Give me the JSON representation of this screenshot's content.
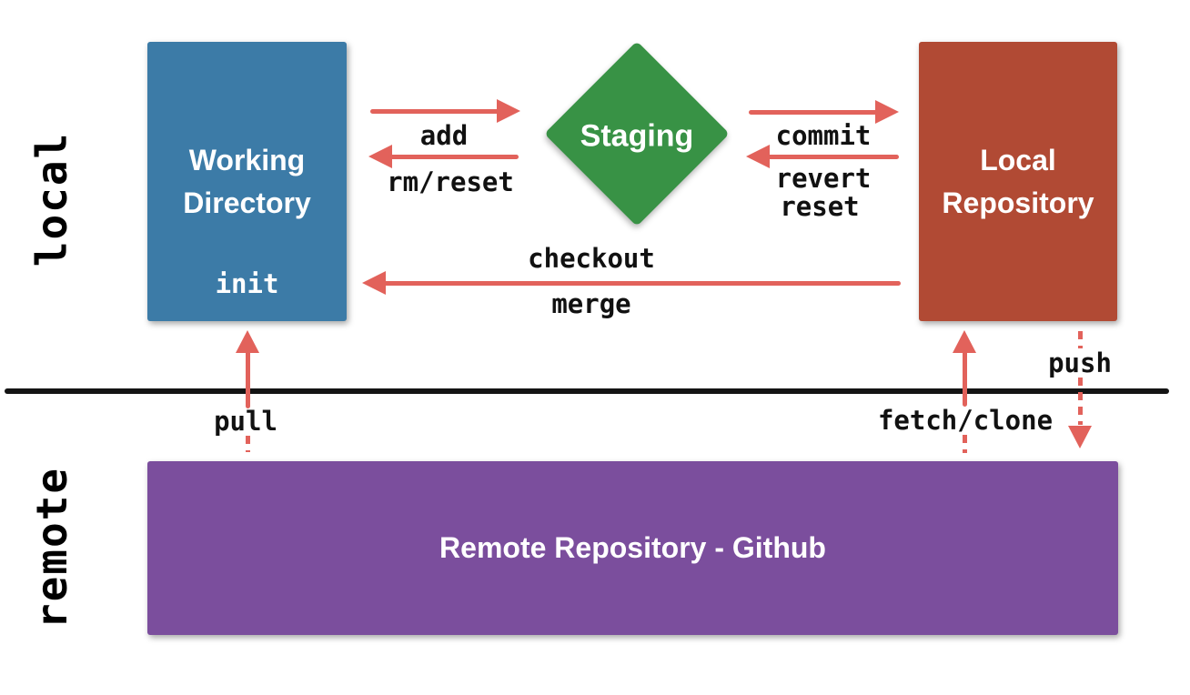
{
  "diagram": {
    "sections": {
      "local": "local",
      "remote": "remote"
    },
    "nodes": {
      "working_directory": {
        "label": "Working Directory",
        "command": "init",
        "color": "#3c7ba7"
      },
      "staging": {
        "label": "Staging",
        "color": "#389245"
      },
      "local_repository": {
        "label": "Local Repository",
        "color": "#b14a34"
      },
      "remote_repository": {
        "label": "Remote Repository - Github",
        "color": "#7b4e9d"
      }
    },
    "edges": {
      "add": "add",
      "rm_reset": "rm/reset",
      "commit": "commit",
      "revert": "revert",
      "reset": "reset",
      "checkout": "checkout",
      "merge": "merge",
      "pull": "pull",
      "fetch_clone": "fetch/clone",
      "push": "push"
    },
    "colors": {
      "arrow": "#e2625b",
      "divider": "#141414",
      "label_text": "#111111",
      "node_text": "#ffffff"
    }
  }
}
